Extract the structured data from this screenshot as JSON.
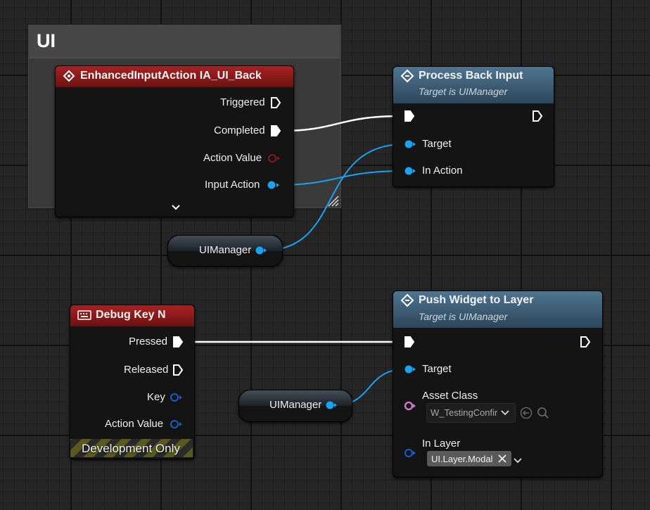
{
  "comment": {
    "title": "UI"
  },
  "input_action_node": {
    "title": "EnhancedInputAction IA_UI_Back",
    "pins": {
      "triggered": "Triggered",
      "completed": "Completed",
      "action_value": "Action Value",
      "input_action": "Input Action"
    },
    "icon": "diamond-event-icon",
    "expand_icon": "chevron-down-icon"
  },
  "process_back_node": {
    "title": "Process Back Input",
    "subtitle": "Target is UIManager",
    "pins": {
      "target": "Target",
      "in_action": "In Action"
    }
  },
  "uimanager_getter_1": {
    "label": "UIManager"
  },
  "debug_key_node": {
    "title": "Debug Key N",
    "icon": "keyboard-icon",
    "pins": {
      "pressed": "Pressed",
      "released": "Released",
      "key": "Key",
      "action_value": "Action Value"
    },
    "footer": "Development Only"
  },
  "uimanager_getter_2": {
    "label": "UIManager"
  },
  "push_widget_node": {
    "title": "Push Widget to Layer",
    "subtitle": "Target is UIManager",
    "pins": {
      "target": "Target",
      "asset_class": "Asset Class",
      "in_layer": "In Layer"
    },
    "asset_class_value": "W_TestingConfir",
    "in_layer_value": "UI.Layer.Modal"
  },
  "colors": {
    "object_pin": "#1ba2f0",
    "class_pin": "#c878c8",
    "struct_pin": "#1a5cc8",
    "exec": "#ffffff",
    "red_pin": "#8a1a1a"
  }
}
